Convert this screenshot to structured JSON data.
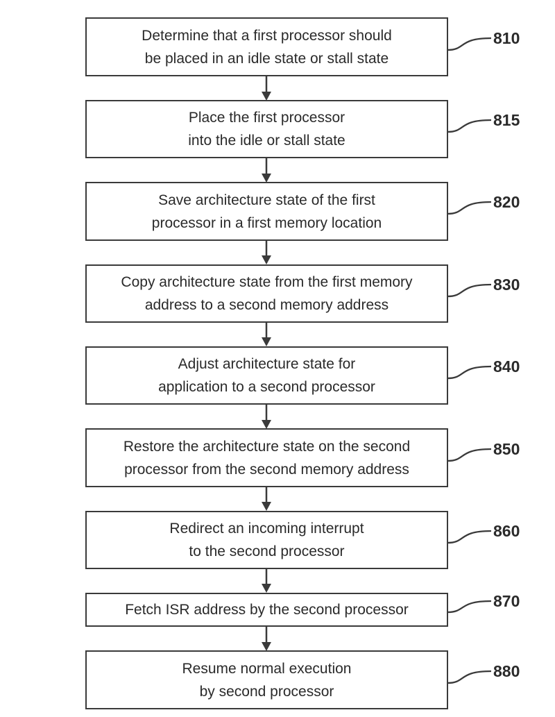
{
  "flowchart": {
    "steps": [
      {
        "ref": "810",
        "text_lines": [
          "Determine that a first processor should",
          "be placed in an idle state or stall state"
        ]
      },
      {
        "ref": "815",
        "text_lines": [
          "Place the first processor",
          "into the idle or stall state"
        ]
      },
      {
        "ref": "820",
        "text_lines": [
          "Save architecture state of the first",
          "processor in a first memory location"
        ]
      },
      {
        "ref": "830",
        "text_lines": [
          "Copy architecture state from the first memory",
          "address to a second memory address"
        ]
      },
      {
        "ref": "840",
        "text_lines": [
          "Adjust architecture state for",
          "application to a second processor"
        ]
      },
      {
        "ref": "850",
        "text_lines": [
          "Restore the architecture state on the second",
          "processor from the second memory address"
        ]
      },
      {
        "ref": "860",
        "text_lines": [
          "Redirect an incoming interrupt",
          "to the second processor"
        ]
      },
      {
        "ref": "870",
        "text_lines": [
          "Fetch ISR address by the second processor"
        ]
      },
      {
        "ref": "880",
        "text_lines": [
          "Resume normal execution",
          "by second processor"
        ]
      }
    ]
  },
  "colors": {
    "stroke": "#3a3a3a",
    "text": "#2a2a2a",
    "background": "#ffffff"
  }
}
